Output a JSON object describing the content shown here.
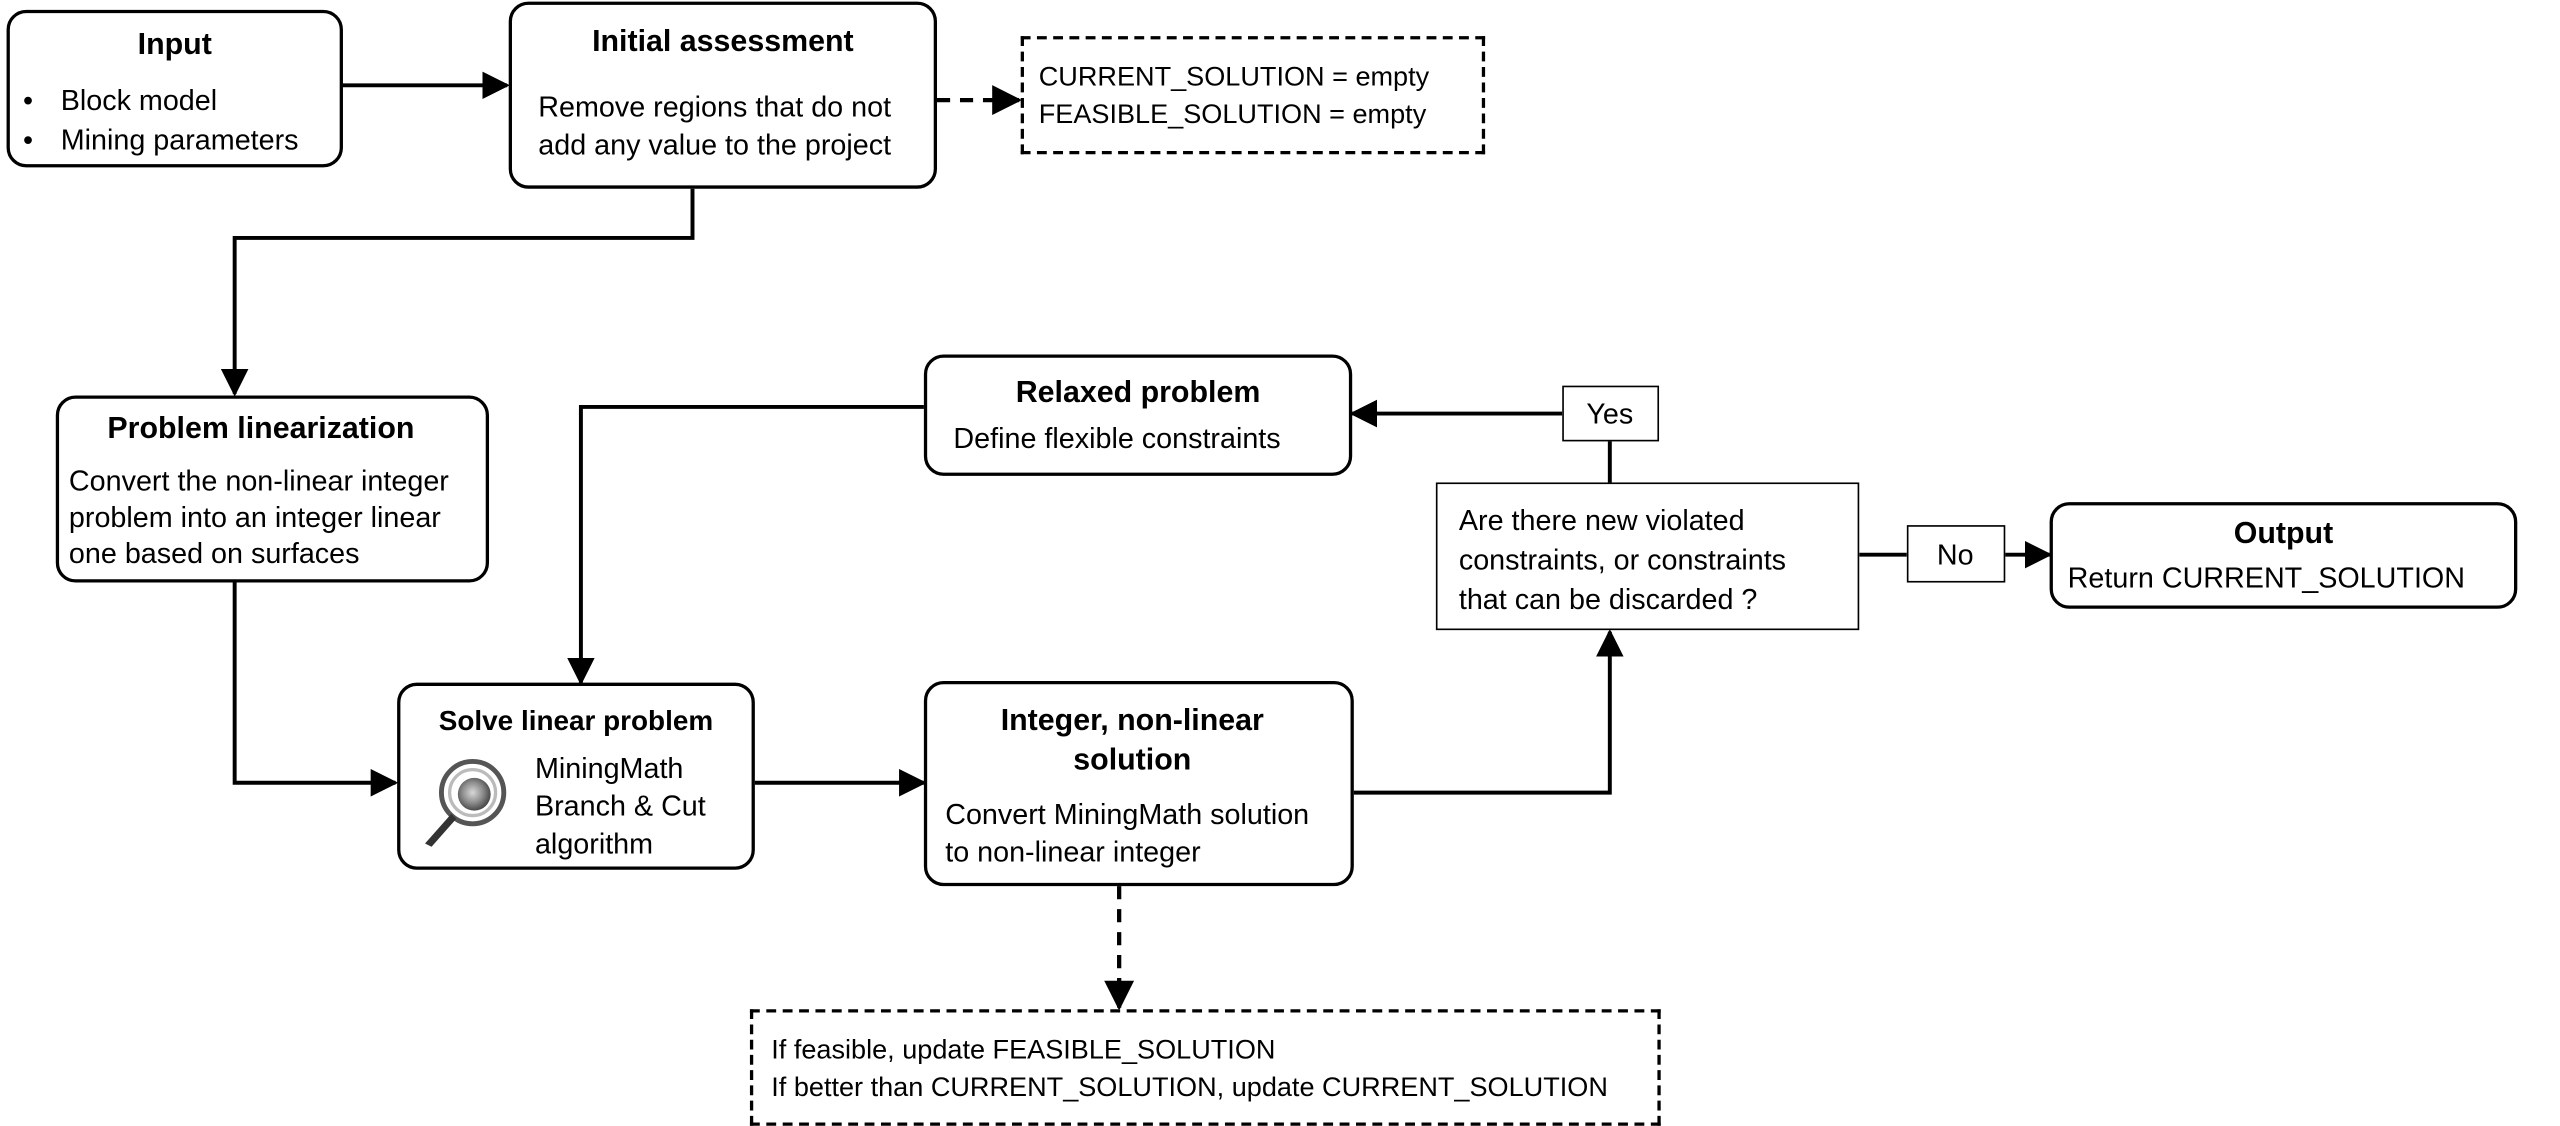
{
  "input": {
    "title": "Input",
    "items": [
      "Block model",
      "Mining parameters"
    ]
  },
  "initial": {
    "title": "Initial assessment",
    "line1": "Remove regions that do not",
    "line2": "add any value to the project"
  },
  "init_state": {
    "line1": "CURRENT_SOLUTION = empty",
    "line2": "FEASIBLE_SOLUTION = empty"
  },
  "linearization": {
    "title": "Problem linearization",
    "line1": "Convert the non-linear integer",
    "line2": "problem into an integer linear",
    "line3": "one based on surfaces"
  },
  "relaxed": {
    "title": "Relaxed problem",
    "line1": "Define flexible constraints"
  },
  "yes_label": "Yes",
  "no_label": "No",
  "decision": {
    "line1": "Are there new violated",
    "line2": "constraints, or constraints",
    "line3": "that can be discarded ?"
  },
  "output": {
    "title": "Output",
    "line1": "Return CURRENT_SOLUTION"
  },
  "solve": {
    "title": "Solve linear problem",
    "line1": "MiningMath",
    "line2": "Branch & Cut",
    "line3": "algorithm",
    "icon": "magnifier-icon"
  },
  "integer": {
    "title1": "Integer, non-linear",
    "title2": "solution",
    "line1": "Convert MiningMath solution",
    "line2": "to non-linear integer"
  },
  "update": {
    "line1": "If feasible, update FEASIBLE_SOLUTION",
    "line2": "If better than CURRENT_SOLUTION, update CURRENT_SOLUTION"
  },
  "colors": {
    "stroke": "#000000",
    "background": "#ffffff"
  }
}
